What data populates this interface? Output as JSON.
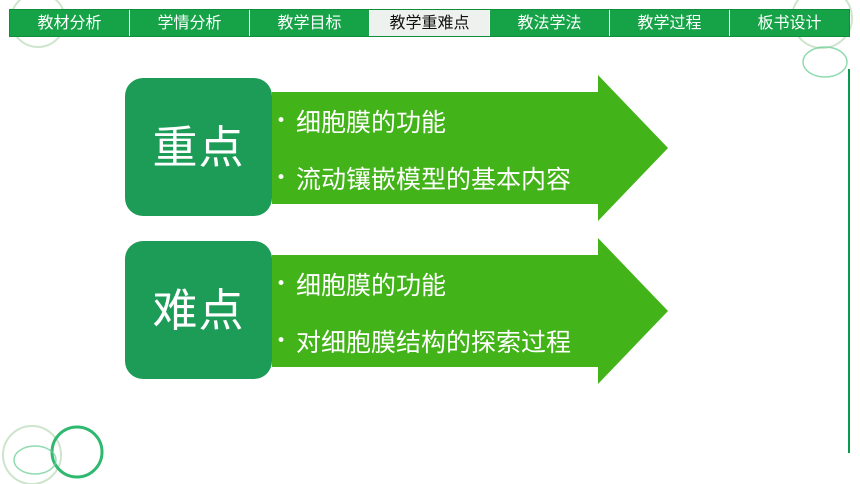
{
  "nav": {
    "items": [
      {
        "label": "教材分析",
        "active": false
      },
      {
        "label": "学情分析",
        "active": false
      },
      {
        "label": "教学目标",
        "active": false
      },
      {
        "label": "教学重难点",
        "active": true
      },
      {
        "label": "教法学法",
        "active": false
      },
      {
        "label": "教学过程",
        "active": false
      },
      {
        "label": "板书设计",
        "active": false
      }
    ]
  },
  "content": {
    "key_points": {
      "label": "重点",
      "bullets": [
        "细胞膜的功能",
        "流动镶嵌模型的基本内容"
      ]
    },
    "difficult_points": {
      "label": "难点",
      "bullets": [
        "细胞膜的功能",
        "对细胞膜结构的探索过程"
      ]
    }
  },
  "icons": {
    "bullet": "bullet-dot-icon"
  },
  "colors": {
    "nav_green": "#16a347",
    "active_tab": "#eef2ef",
    "label_green": "#1d9c58",
    "arrow_green": "#42b318",
    "decor_green": "#0a9a4b"
  }
}
